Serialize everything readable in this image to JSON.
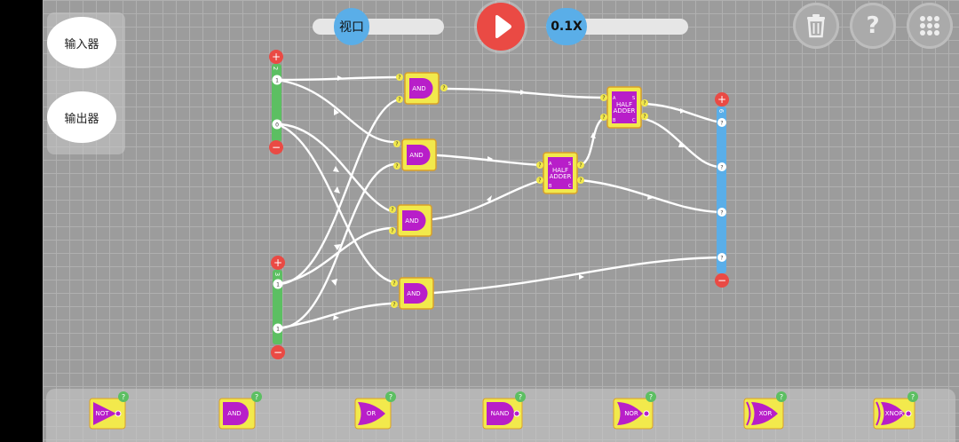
{
  "side_panel": {
    "input_label": "输入器",
    "output_label": "输出器"
  },
  "viewport_slider": {
    "label": "视口"
  },
  "speed_slider": {
    "label": "0.1X"
  },
  "inputs": [
    {
      "id": "in-a",
      "tag": "2",
      "values": [
        "1",
        "0"
      ]
    },
    {
      "id": "in-b",
      "tag": "3",
      "values": [
        "1",
        "1"
      ]
    }
  ],
  "output": {
    "tag": "6",
    "values": [
      "?",
      "?",
      "?",
      "?"
    ]
  },
  "gates": {
    "and1": "AND",
    "and2": "AND",
    "and3": "AND",
    "and4": "AND",
    "ha1": [
      "HALF",
      "ADDER"
    ],
    "ha2": [
      "HALF",
      "ADDER"
    ]
  },
  "pin_unknown": "?",
  "pin_a": "A",
  "pin_b": "B",
  "pin_s": "S",
  "pin_c": "C",
  "plus": "+",
  "minus": "−",
  "palette": [
    "NOT",
    "AND",
    "OR",
    "NAND",
    "NOR",
    "XOR",
    "XNOR"
  ],
  "palette_badge": "?",
  "help_glyph": "?"
}
